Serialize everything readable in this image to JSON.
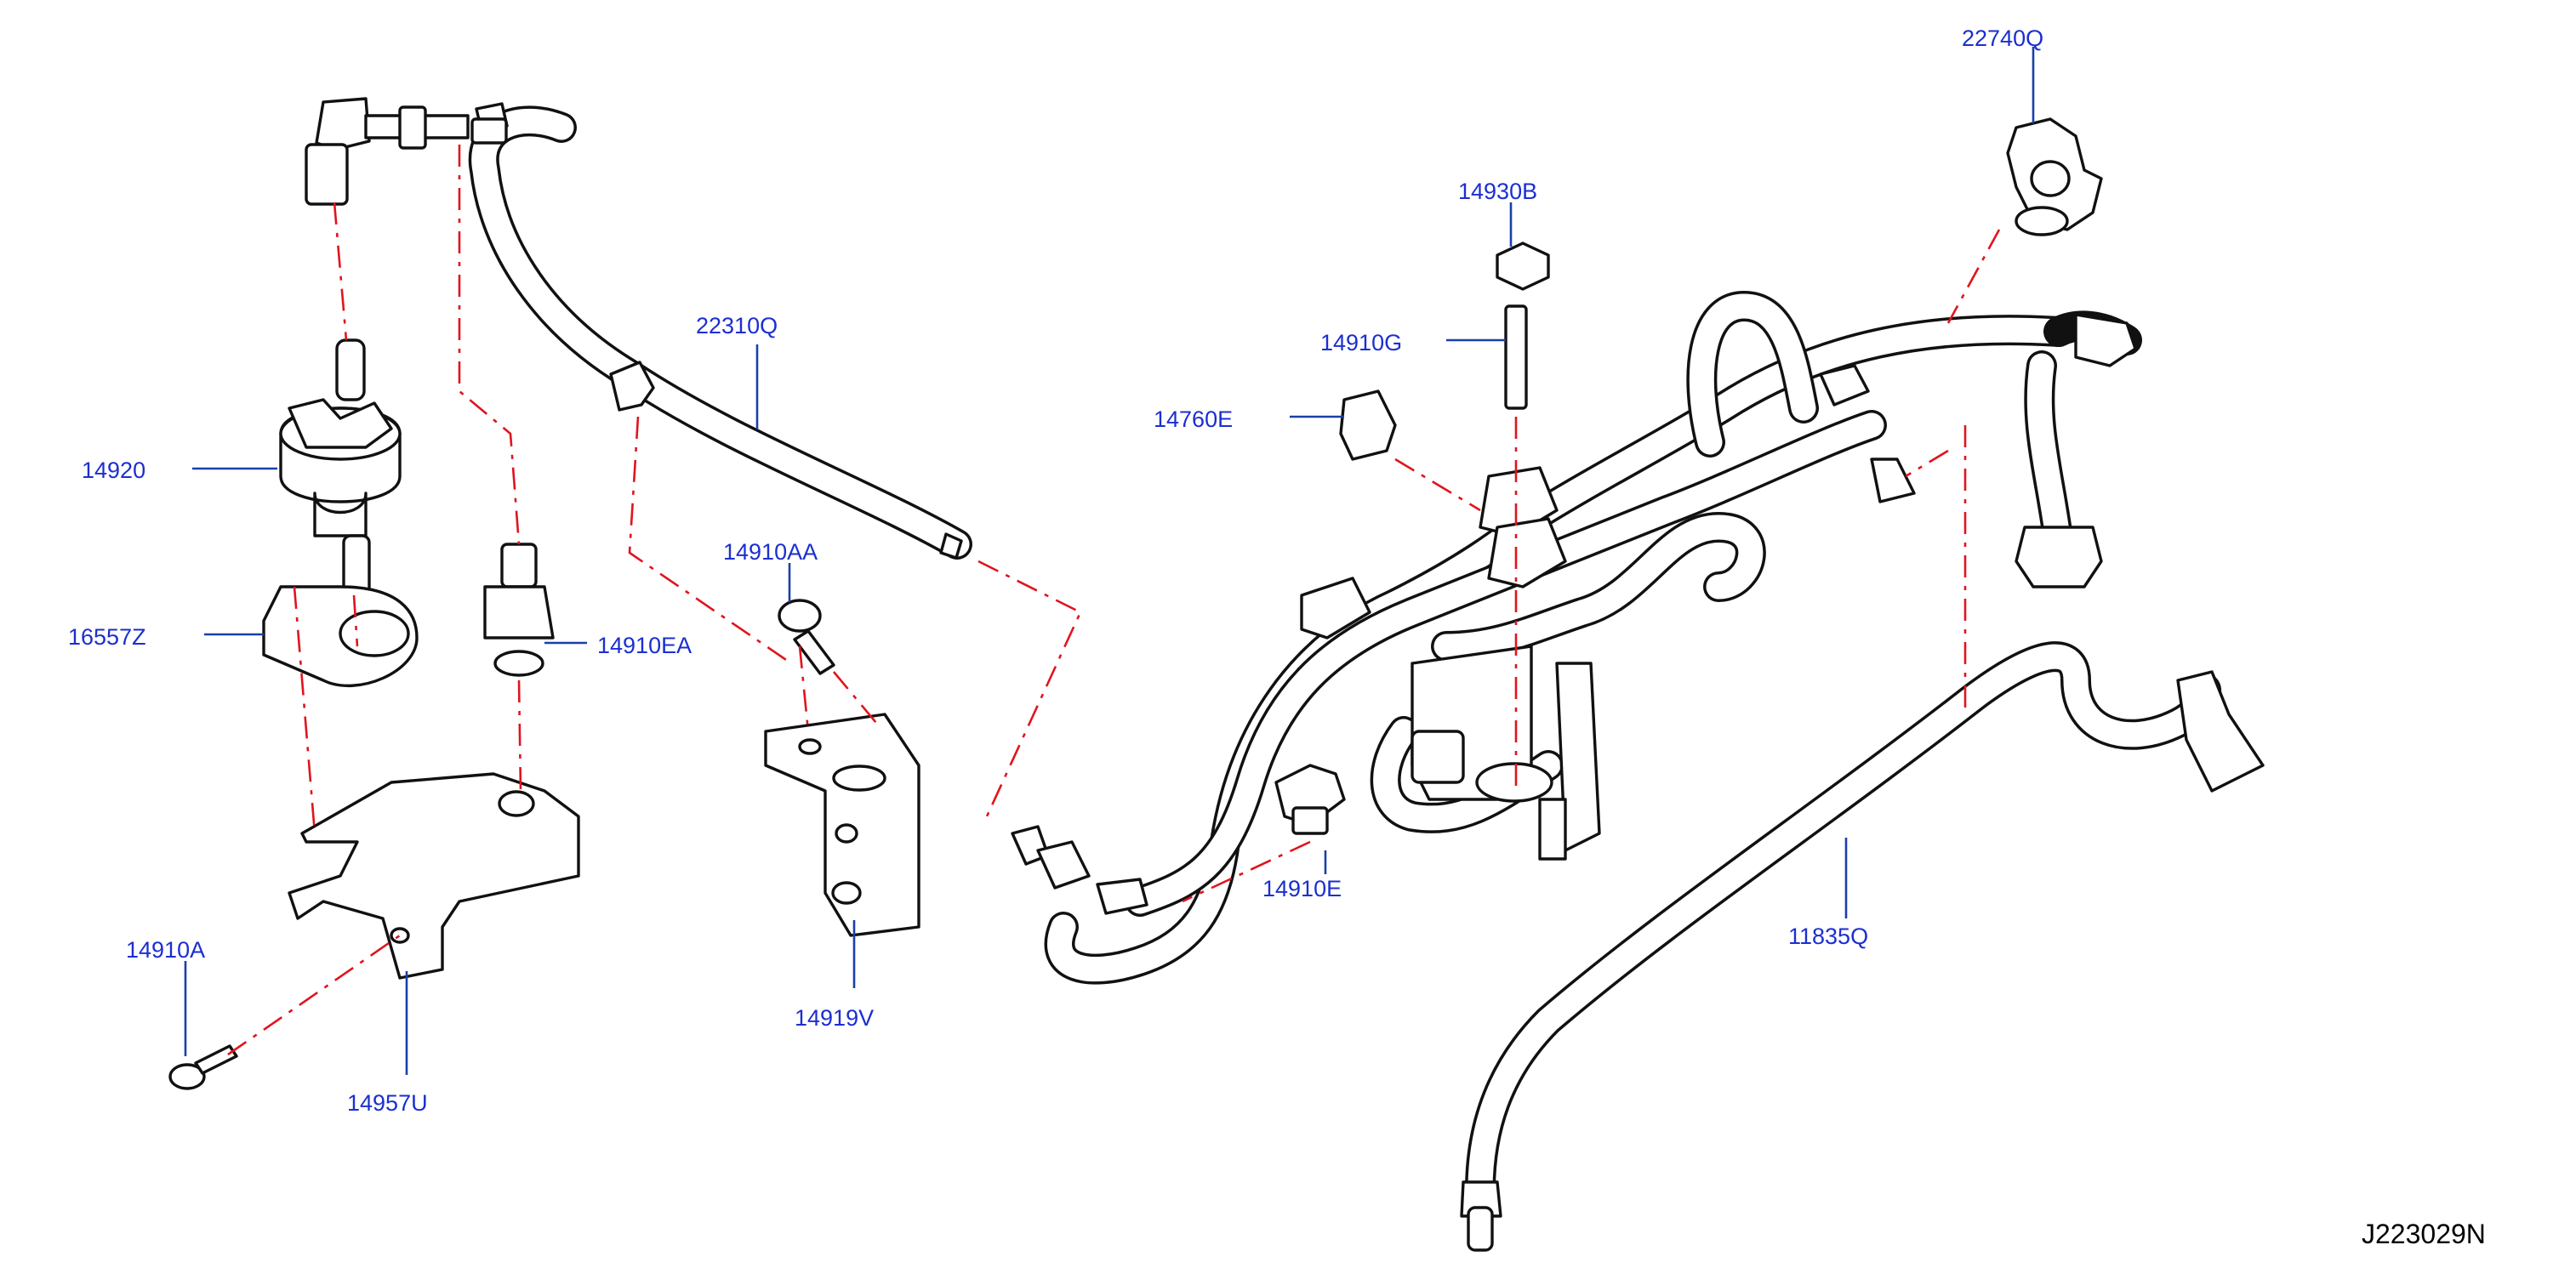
{
  "diagram_code": "J223029N",
  "colors": {
    "label": "#1b2fd0",
    "leader": "#1a3fa8",
    "dash_line": "#e0141e",
    "part_outline": "#111111"
  },
  "labels": {
    "p22740Q": "22740Q",
    "p14930B": "14930B",
    "p22310Q": "22310Q",
    "p14910G": "14910G",
    "p14760E": "14760E",
    "p14920": "14920",
    "p14910AA": "14910AA",
    "p16557Z": "16557Z",
    "p14910EA": "14910EA",
    "p14910E": "14910E",
    "p11835Q": "11835Q",
    "p14910A": "14910A",
    "p14919V": "14919V",
    "p14957U": "14957U"
  }
}
